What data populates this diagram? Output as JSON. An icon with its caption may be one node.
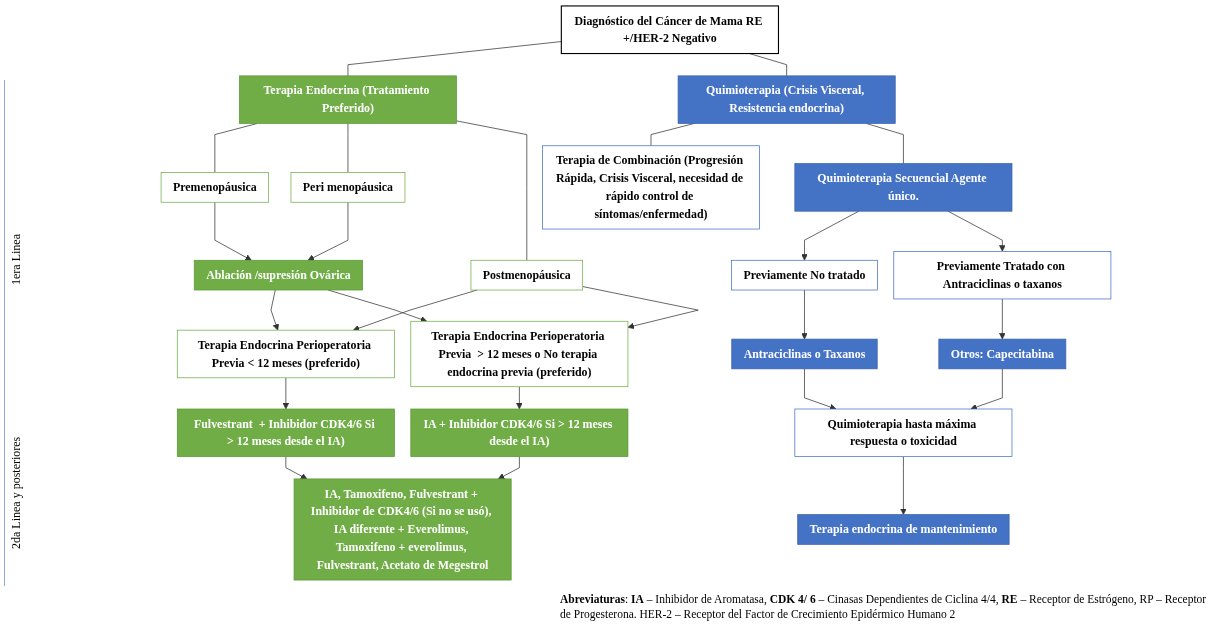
{
  "diagram": {
    "nodes": [
      {
        "text": [
          "Diagnóstico del Cáncer de Mama RE +/HER-2 Negativo"
        ]
      },
      {
        "text": [
          "Terapia Endocrina (Tratamiento Preferido)"
        ]
      },
      {
        "text": [
          "Quimioterapia (Crisis Visceral, Resistencia endocrina)"
        ]
      },
      {
        "text": [
          "Premenopáusica"
        ]
      },
      {
        "text": [
          "Peri menopáusica"
        ]
      },
      {
        "text": [
          "Postmenopáusica"
        ]
      },
      {
        "text": [
          "Ablación /supresión Ovárica"
        ]
      },
      {
        "text": [
          "Terapia Endocrina Perioperatoria Previa < 12 meses (preferido)"
        ]
      },
      {
        "text": [
          "Terapia Endocrina Perioperatoria Previa  > 12 meses o No terapia endocrina previa (preferido)"
        ]
      },
      {
        "text": [
          "Fulvestrant  + Inhibidor CDK4/6 Si > 12 meses desde el IA)"
        ]
      },
      {
        "text": [
          "IA + Inhibidor CDK4/6 Si > 12 meses desde el IA)"
        ]
      },
      {
        "text": [
          "IA, Tamoxifeno, Fulvestrant + Inhibidor de CDK4/6 (Si no se usó), IA diferente + Everolimus, Tamoxifeno + everolimus, Fulvestrant, Acetato de Megestrol"
        ]
      },
      {
        "text": [
          "Terapia de Combinación (Progresión Rápida, Crisis Visceral, necesidad de rápido control de síntomas/enfermedad)"
        ]
      },
      {
        "text": [
          "Quimioterapia Secuencial Agente único."
        ]
      },
      {
        "text": [
          "Previamente No tratado"
        ]
      },
      {
        "text": [
          "Previamente Tratado con Antraciclinas o taxanos"
        ]
      },
      {
        "text": [
          "Antraciclinas o Taxanos"
        ]
      },
      {
        "text": [
          "Otros: Capecitabina"
        ]
      },
      {
        "text": [
          "Quimioterapia hasta máxima respuesta o toxicidad"
        ]
      },
      {
        "text": [
          "Terapia endocrina de mantenimiento"
        ]
      }
    ],
    "edges": [
      {
        "from": 0,
        "to": 1,
        "arrow": "none"
      },
      {
        "from": 0,
        "to": 2,
        "arrow": "none"
      },
      {
        "from": 1,
        "to": 3,
        "arrow": "none"
      },
      {
        "from": 1,
        "to": 4,
        "arrow": "none"
      },
      {
        "from": 1,
        "to": 5,
        "arrow": "none"
      },
      {
        "from": 3,
        "to": 6,
        "arrow": "to"
      },
      {
        "from": 4,
        "to": 6,
        "arrow": "to"
      },
      {
        "from": 5,
        "to": 7,
        "arrow": "to"
      },
      {
        "from": 5,
        "to": 8,
        "arrow": "to"
      },
      {
        "from": 6,
        "to": 7,
        "arrow": "to"
      },
      {
        "from": 6,
        "to": 8,
        "arrow": "to"
      },
      {
        "from": 7,
        "to": 9,
        "arrow": "to"
      },
      {
        "from": 8,
        "to": 10,
        "arrow": "to"
      },
      {
        "from": 9,
        "to": 11,
        "arrow": "to"
      },
      {
        "from": 10,
        "to": 11,
        "arrow": "to"
      },
      {
        "from": 2,
        "to": 12,
        "arrow": "none"
      },
      {
        "from": 2,
        "to": 13,
        "arrow": "none"
      },
      {
        "from": 13,
        "to": 14,
        "arrow": "to"
      },
      {
        "from": 13,
        "to": 15,
        "arrow": "to"
      },
      {
        "from": 14,
        "to": 16,
        "arrow": "to"
      },
      {
        "from": 15,
        "to": 17,
        "arrow": "to"
      },
      {
        "from": 16,
        "to": 18,
        "arrow": "to"
      },
      {
        "from": 17,
        "to": 18,
        "arrow": "to"
      },
      {
        "from": 18,
        "to": 19,
        "arrow": "to"
      }
    ],
    "labels": [
      "1era Linea",
      "2da Linea y posteriores"
    ],
    "caption": "**Abreviaturas**: **IA** – Inhibidor de Aromatasa, **CDK 4/ 6** – Cinasas Dependientes de Ciclina 4/4, **RE** – Receptor de Estrógeno, RP – Receptor de Progesterona. HER-2 – Receptor del Factor de Crecimiento Epidérmico Humano 2"
  }
}
